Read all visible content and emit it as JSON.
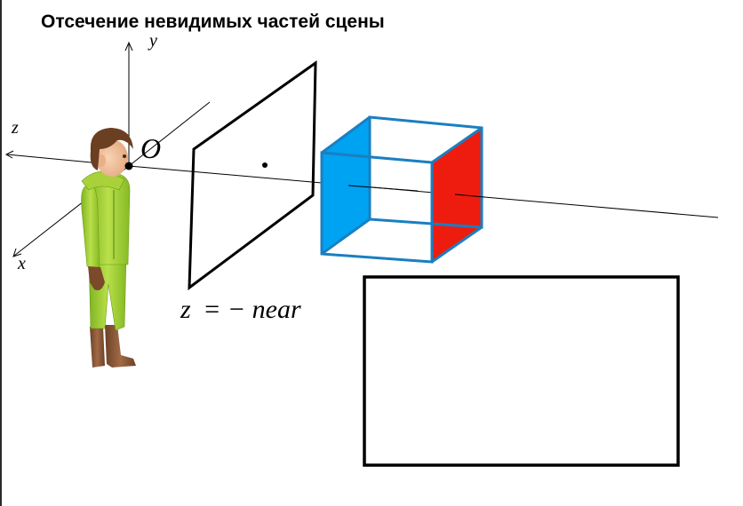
{
  "title": "Отсечение невидимых частей сцены",
  "axes": {
    "x_label": "x",
    "y_label": "y",
    "z_label": "z",
    "origin_label": "O"
  },
  "near_plane": {
    "label_z": "z",
    "label_rest": "= − near"
  },
  "cube": {
    "edge_color": "#1a7fc1",
    "left_face_color": "#00a2f2",
    "right_face_color": "#ee1c0e"
  },
  "figure": {
    "icon": "character-figure",
    "suit_color": "#9acb2c",
    "boots_color": "#8a5a3a",
    "hair_color": "#6b3f21"
  }
}
